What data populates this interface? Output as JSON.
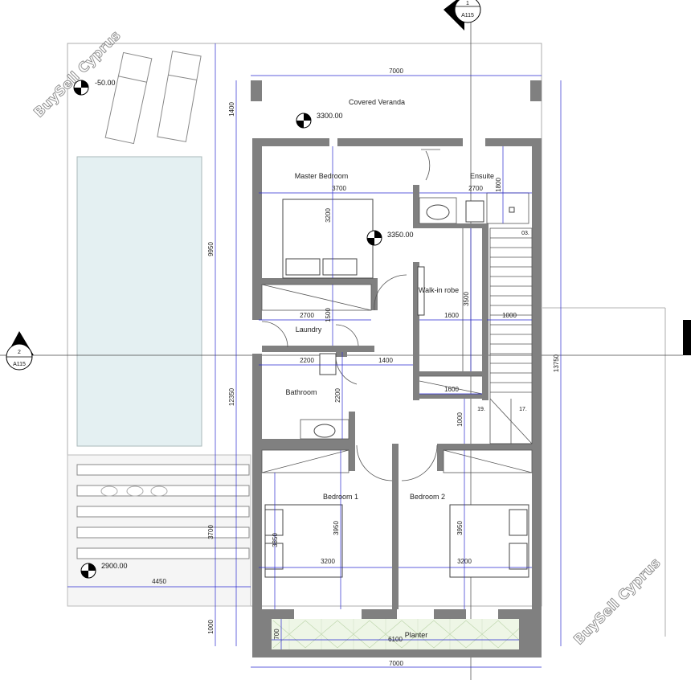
{
  "rooms": {
    "covered_veranda": "Covered Veranda",
    "master_bedroom": "Master Bedroom",
    "ensuite": "Ensuite",
    "walk_in_robe": "Walk-in robe",
    "laundry": "Laundry",
    "bathroom": "Bathroom",
    "bedroom_1": "Bedroom 1",
    "bedroom_2": "Bedroom 2",
    "planter": "Planter"
  },
  "levels": {
    "pool": "-50.00",
    "veranda": "3300.00",
    "first_floor": "3350.00",
    "garden": "2900.00"
  },
  "dimensions": {
    "top_width": "7000",
    "bottom_width": "7000",
    "veranda_depth": "1400",
    "pool_side": "9950",
    "left_mid": "12350",
    "garden_depth": "3700",
    "bottom_left": "1000",
    "overall_depth": "13750",
    "master_width": "3700",
    "master_depth": "3200",
    "ensuite_width": "2700",
    "ensuite_depth": "1800",
    "laundry_width": "2700",
    "laundry_depth": "1500",
    "wir_depth": "3500",
    "wir_width": "1600",
    "stair_width": "1000",
    "bath_width": "2200",
    "hall_width": "1400",
    "bath_depth": "2200",
    "wir_lower": "1600",
    "landing": "1000",
    "bed1_depth": "3950",
    "bed1_depth_b": "3850",
    "bed1_width": "3200",
    "bed2_depth": "3950",
    "bed2_width": "3200",
    "garden_width": "4450",
    "planter_width": "6100",
    "planter_depth": "700"
  },
  "section_markers": {
    "top_number": "1",
    "top_sheet": "A115",
    "left_number": "2",
    "left_sheet": "A115"
  },
  "stair_labels": {
    "first": "03.",
    "step19": "19.",
    "step17": "17."
  },
  "watermark": "BuySell Cyprus",
  "colors": {
    "wall": "#808080",
    "dimension": "#2a2ad0",
    "pool": "#e4f0f2"
  }
}
